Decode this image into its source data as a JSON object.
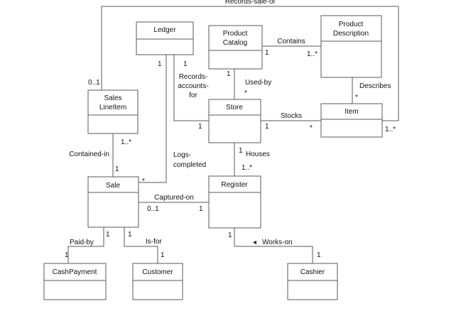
{
  "classes": {
    "ledger": {
      "name": "Ledger"
    },
    "product_catalog": {
      "name_line1": "Product",
      "name_line2": "Catalog"
    },
    "product_description": {
      "name_line1": "Product",
      "name_line2": "Description"
    },
    "sales_lineitem": {
      "name_line1": "Sales",
      "name_line2": "LineItem"
    },
    "store": {
      "name": "Store"
    },
    "item": {
      "name": "Item"
    },
    "sale": {
      "name": "Sale"
    },
    "register": {
      "name": "Register"
    },
    "cash_payment": {
      "name": "CashPayment"
    },
    "customer": {
      "name": "Customer"
    },
    "cashier": {
      "name": "Cashier"
    }
  },
  "associations": {
    "records_sale_of": {
      "label": "Records-sale-of",
      "mult_sales_lineitem": "0..1",
      "mult_item": "1..*"
    },
    "contains": {
      "label": "Contains",
      "mult_catalog": "1",
      "mult_description": "1..*"
    },
    "records_accounts_for": {
      "label_line1": "Records-",
      "label_line2": "accounts-",
      "label_line3": "for",
      "mult_ledger": "1",
      "mult_store": "1"
    },
    "used_by": {
      "label": "Used-by",
      "mult_catalog": "1",
      "mult_store": "*"
    },
    "describes": {
      "label": "Describes",
      "mult_item": "*"
    },
    "stocks": {
      "label": "Stocks",
      "mult_store": "1",
      "mult_item": "*"
    },
    "contained_in": {
      "label": "Contained-in",
      "mult_lineitem": "1..*",
      "mult_sale": "1"
    },
    "logs_completed": {
      "label_line1": "Logs-",
      "label_line2": "completed",
      "mult_ledger": "1",
      "mult_sale": "*"
    },
    "houses": {
      "label": "Houses",
      "mult_store": "1",
      "mult_register": "1..*"
    },
    "captured_on": {
      "label": "Captured-on",
      "mult_sale": "0..1",
      "mult_register": "1"
    },
    "paid_by": {
      "label": "Paid-by",
      "mult_sale": "1",
      "mult_cash": "1"
    },
    "is_for": {
      "label": "Is-for",
      "mult_sale": "1",
      "mult_customer": "1"
    },
    "works_on": {
      "label": "Works-on",
      "mult_register": "1",
      "mult_cashier": "1"
    }
  }
}
